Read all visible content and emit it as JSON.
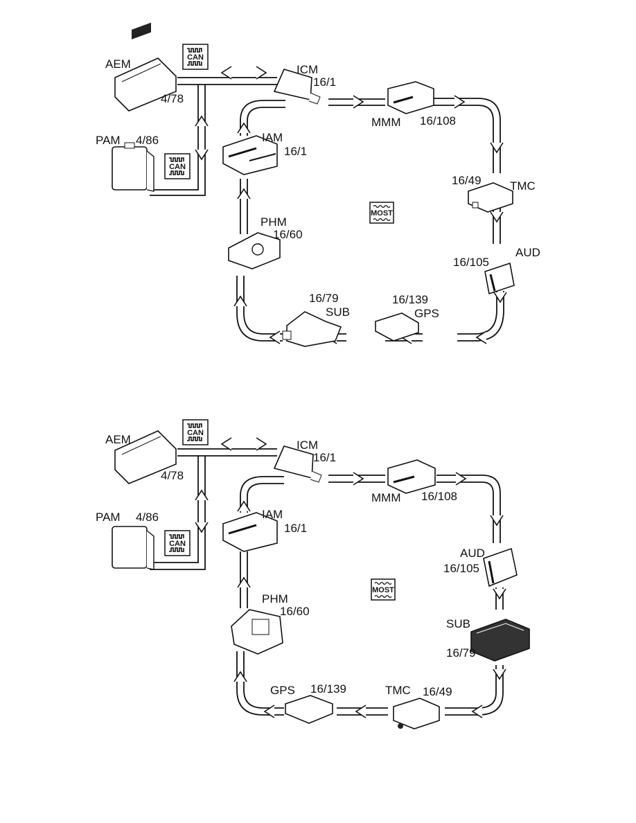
{
  "diagram_1": {
    "labels": {
      "aem": "AEM",
      "aem_num": "4/78",
      "pam": "PAM",
      "pam_num": "4/86",
      "icm": "ICM",
      "icm_num": "16/1",
      "iam": "IAM",
      "iam_num": "16/1",
      "mmm": "MMM",
      "mmm_num": "16/108",
      "tmc": "TMC",
      "tmc_num": "16/49",
      "aud": "AUD",
      "aud_num": "16/105",
      "phm": "PHM",
      "phm_num": "16/60",
      "sub": "SUB",
      "sub_num": "16/79",
      "gps": "GPS",
      "gps_num": "16/139"
    },
    "badges": {
      "can": "CAN",
      "most": "MOST"
    }
  },
  "diagram_2": {
    "labels": {
      "aem": "AEM",
      "aem_num": "4/78",
      "pam": "PAM",
      "pam_num": "4/86",
      "icm": "ICM",
      "icm_num": "16/1",
      "iam": "IAM",
      "iam_num": "16/1",
      "mmm": "MMM",
      "mmm_num": "16/108",
      "aud": "AUD",
      "aud_num": "16/105",
      "sub": "SUB",
      "sub_num": "16/79",
      "phm": "PHM",
      "phm_num": "16/60",
      "gps": "GPS",
      "gps_num": "16/139",
      "tmc": "TMC",
      "tmc_num": "16/49"
    },
    "badges": {
      "can": "CAN",
      "most": "MOST"
    }
  }
}
